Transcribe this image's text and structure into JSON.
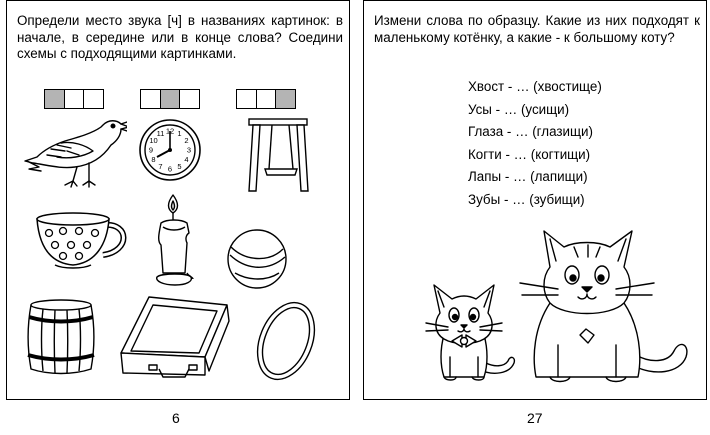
{
  "left_page": {
    "task_text": "Определи место звука [ч]  в названиях картинок: в начале, в середине или в конце слова? Соедини схемы с подходящими картинками.",
    "schemes": [
      {
        "cells": [
          true,
          false,
          false
        ]
      },
      {
        "cells": [
          false,
          true,
          false
        ]
      },
      {
        "cells": [
          false,
          false,
          true
        ]
      }
    ],
    "pictures": [
      "crow",
      "clock",
      "swing",
      "cup",
      "candle",
      "ball",
      "barrel",
      "suitcase",
      "hoop"
    ],
    "clock_numbers": [
      "12",
      "1",
      "2",
      "3",
      "4",
      "5",
      "6",
      "7",
      "8",
      "9",
      "10",
      "11"
    ],
    "page_number": "6"
  },
  "right_page": {
    "task_text": "Измени слова по образцу. Какие из них подходят к маленькому котёнку, а какие - к большому коту?",
    "words": [
      "Хвост - … (хвостище)",
      "Усы - … (усищи)",
      "Глаза - … (глазищи)",
      "Когти - … (когтищи)",
      "Лапы - … (лапищи)",
      "Зубы - … (зубищи)"
    ],
    "pictures": [
      "kitten",
      "big-cat"
    ],
    "page_number": "27"
  },
  "colors": {
    "filled_cell": "#b4b4b4",
    "line": "#000000",
    "background": "#ffffff"
  }
}
